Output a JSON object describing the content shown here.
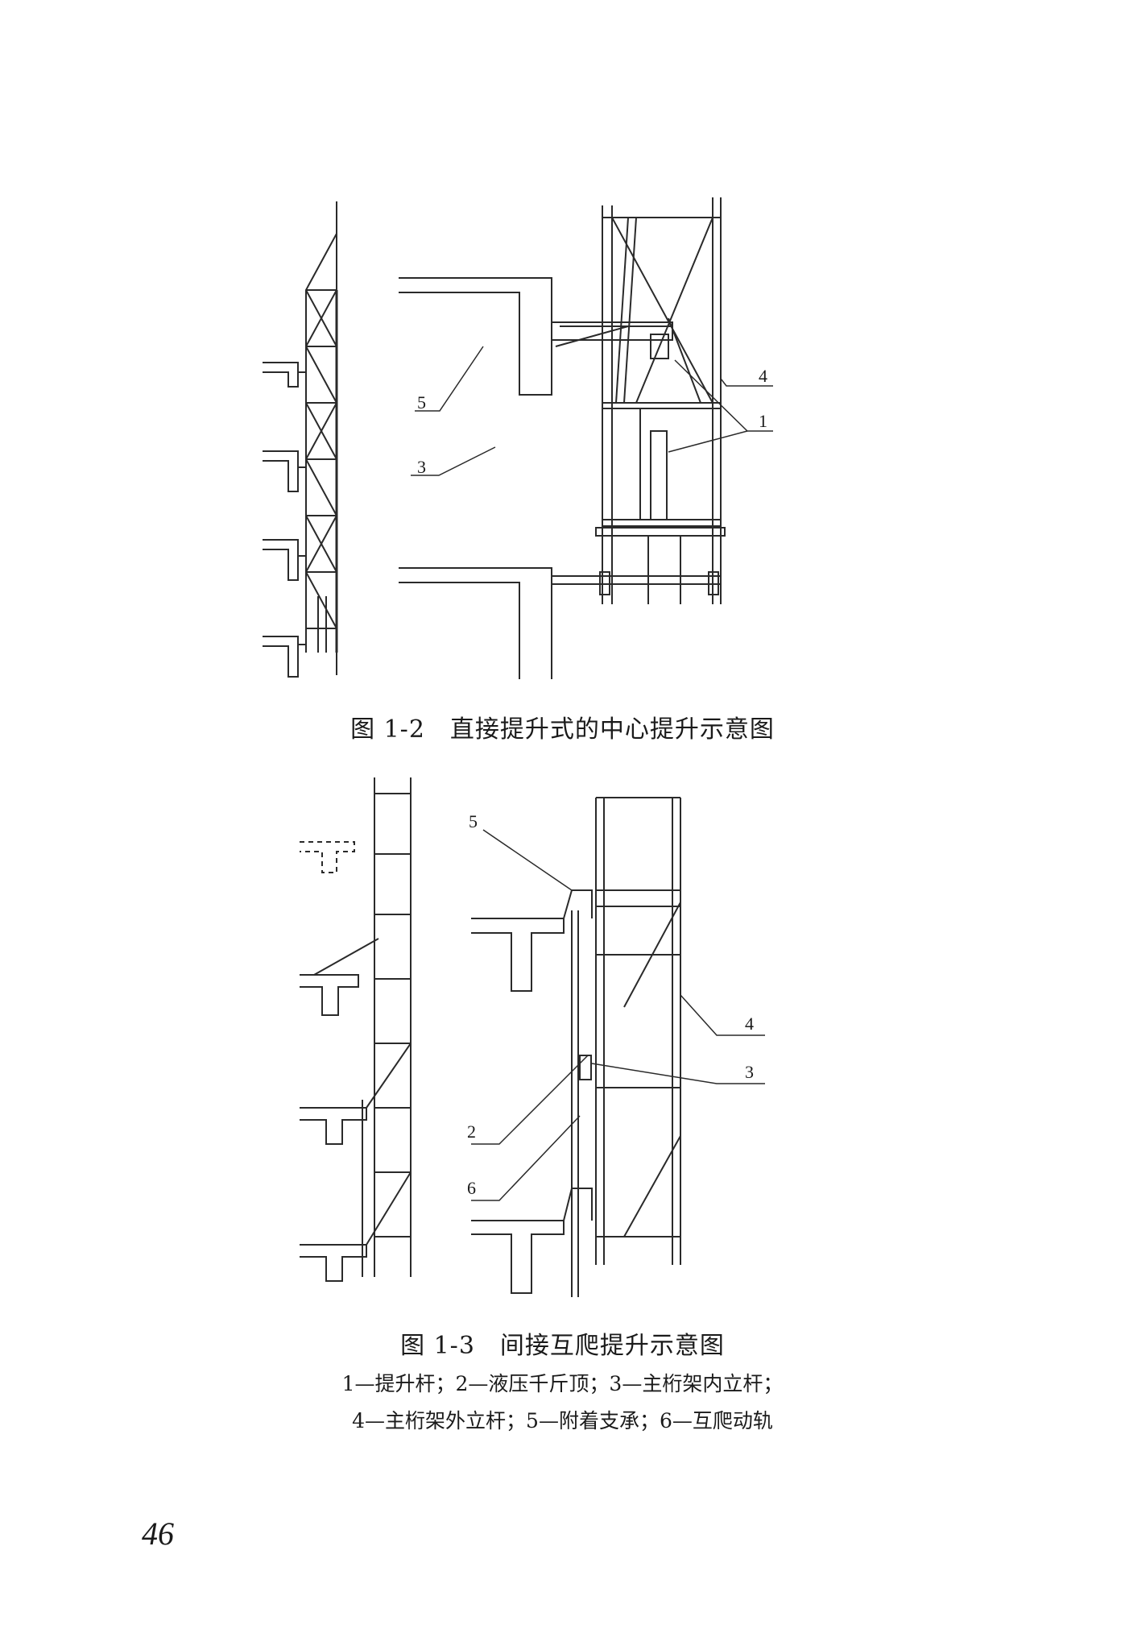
{
  "figure_1_2": {
    "caption": "图 1-2　直接提升式的中心提升示意图",
    "callouts": [
      "5",
      "3",
      "4",
      "1"
    ]
  },
  "figure_1_3": {
    "caption": "图 1-3　间接互爬提升示意图",
    "callouts": [
      "5",
      "2",
      "6",
      "4",
      "3"
    ],
    "legend_line1": "1—提升杆；2—液压千斤顶；3—主桁架内立杆；",
    "legend_line2": "4—主桁架外立杆；5—附着支承；6—互爬动轨"
  },
  "page_number": "46"
}
